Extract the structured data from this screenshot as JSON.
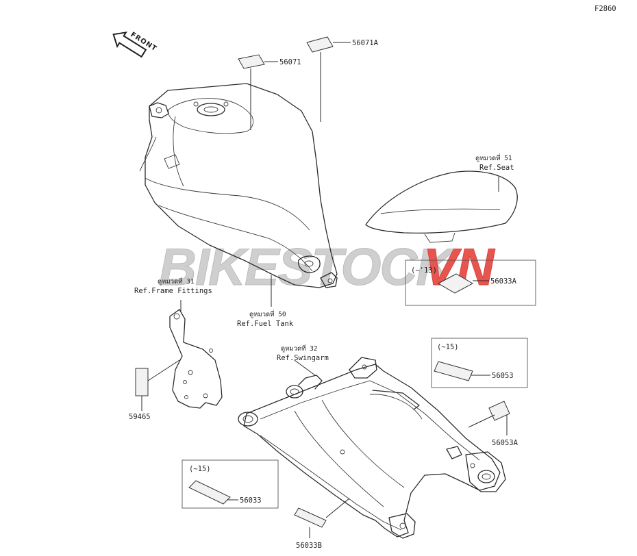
{
  "figure_code": "F2860",
  "front_label": "FRONT",
  "watermark": {
    "left": "BIKESTOCK",
    "right": "VN",
    "left_color": "#c9c9c9",
    "right_color": "#e24a4a"
  },
  "labels": {
    "p56071": "56071",
    "p56071a": "56071A",
    "seat_ref_th": "ดูหมวดที่ 51",
    "seat_ref_en": "Ref.Seat",
    "tank_ref_th": "ดูหมวดที่ 50",
    "tank_ref_en": "Ref.Fuel Tank",
    "frame_ref_th": "ดูหมวดที่ 31",
    "frame_ref_en": "Ref.Frame Fittings",
    "swingarm_ref_th": "ดูหมวดที่ 32",
    "swingarm_ref_en": "Ref.Swingarm",
    "box_56033a_note": "(~'13)",
    "p56033a": "56033A",
    "box_56053_note": "(~15)",
    "p56053": "56053",
    "p56053a": "56053A",
    "p59465": "59465",
    "box_56033_note": "(~15)",
    "p56033": "56033",
    "p56033b": "56033B"
  },
  "icons": [
    "front-arrow-icon"
  ]
}
